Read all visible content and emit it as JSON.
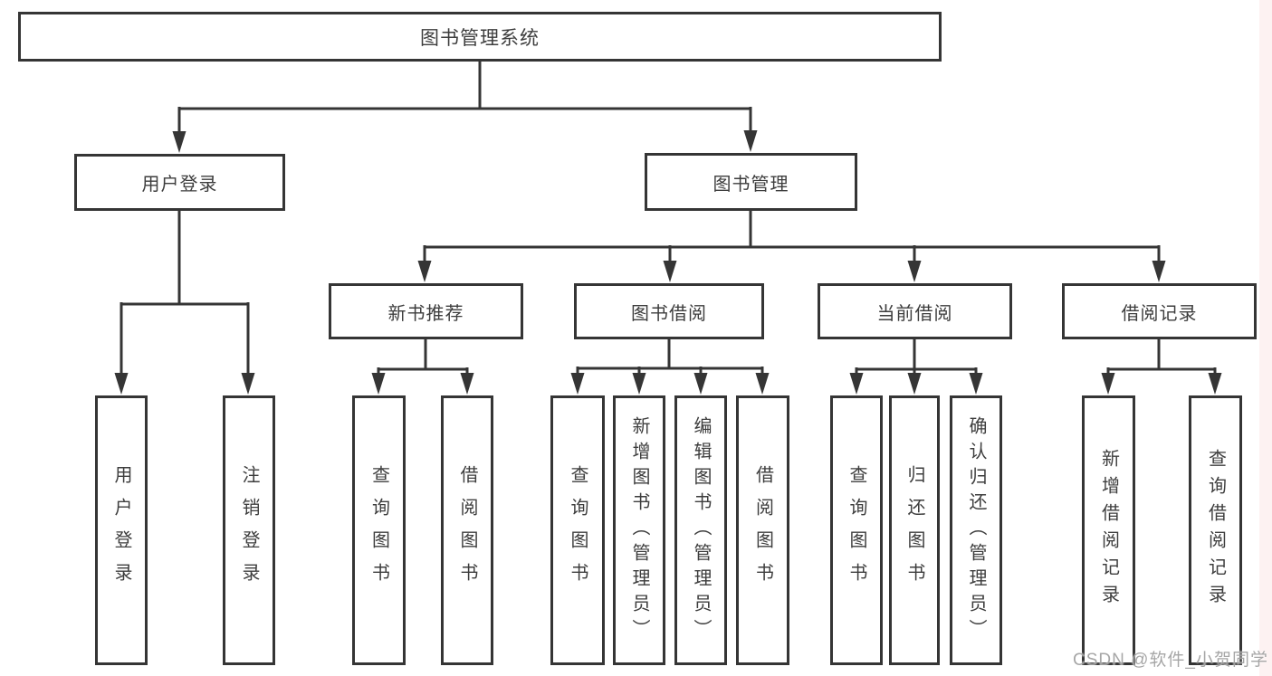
{
  "diagram": {
    "title": "图书管理系统",
    "branches": [
      {
        "label": "用户登录",
        "children": [
          {
            "label": "用户登录"
          },
          {
            "label": "注销登录"
          }
        ]
      },
      {
        "label": "图书管理",
        "children": [
          {
            "label": "新书推荐",
            "children": [
              {
                "label": "查询图书"
              },
              {
                "label": "借阅图书"
              }
            ]
          },
          {
            "label": "图书借阅",
            "children": [
              {
                "label": "查询图书"
              },
              {
                "label": "新增图书（管理员）"
              },
              {
                "label": "编辑图书（管理员）"
              },
              {
                "label": "借阅图书"
              }
            ]
          },
          {
            "label": "当前借阅",
            "children": [
              {
                "label": "查询图书"
              },
              {
                "label": "归还图书"
              },
              {
                "label": "确认归还（管理员）"
              }
            ]
          },
          {
            "label": "借阅记录",
            "children": [
              {
                "label": "新增借阅记录"
              },
              {
                "label": "查询借阅记录"
              }
            ]
          }
        ]
      }
    ]
  },
  "watermark": {
    "text": "CSDN @软件_小贺同学",
    "color": "#9e9e9e"
  },
  "colors": {
    "line": "#353535",
    "box_border": "#353535",
    "text": "#3d3d3d",
    "background": "#ffffff",
    "edge_tint": "#fdf2f2"
  }
}
